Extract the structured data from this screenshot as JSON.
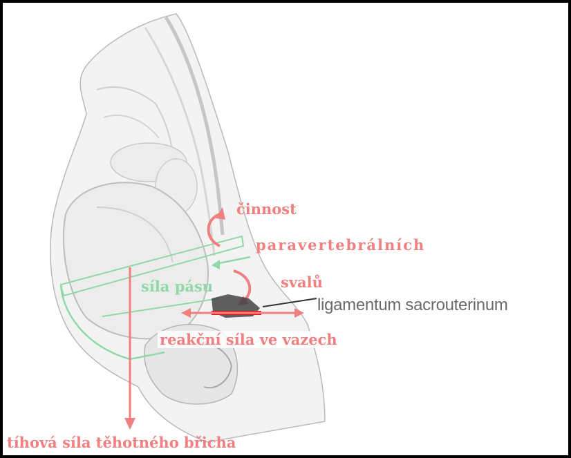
{
  "labels": {
    "cinnost": "činnost",
    "paravertebralnich": "paravertebrálních",
    "svalu": "svalů",
    "sila_pasu": "síla pásu",
    "ligamentum": "ligamentum sacrouterinum",
    "reakcni_sila": "reakční síla ve vazech",
    "tihova_sila": "tíhová síla těhotného břicha"
  },
  "colors": {
    "force_red": "#f08080",
    "ligament_red": "#e8151b",
    "belt_green": "#8fd9a8",
    "label_grey": "#6a6a6a",
    "frame": "#000000"
  }
}
